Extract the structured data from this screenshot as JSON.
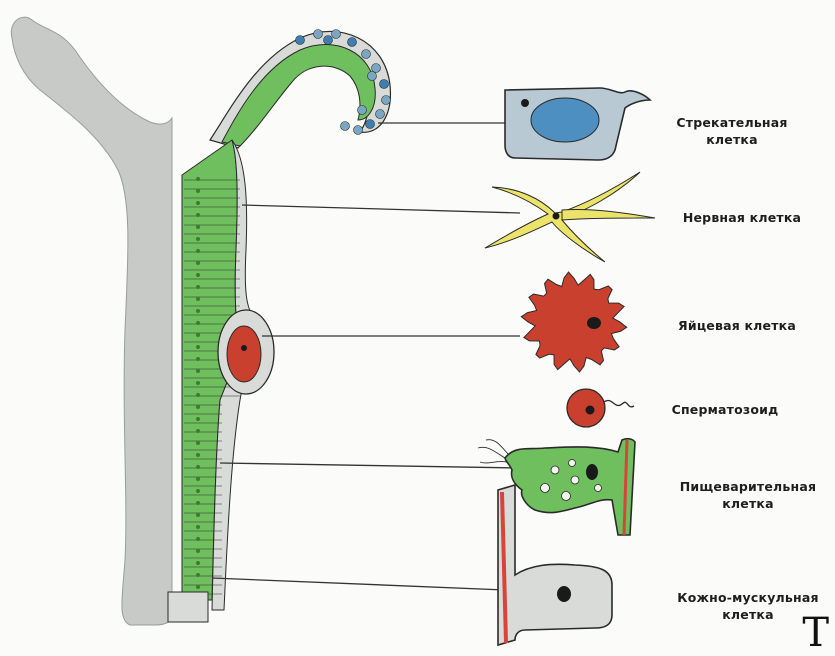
{
  "labels": {
    "cnidocyte": [
      "Стрекательная",
      "клетка"
    ],
    "nerve": [
      "Нервная клетка"
    ],
    "egg": [
      "Яйцевая клетка"
    ],
    "sperm": [
      "Сперматозоид"
    ],
    "digestive": [
      "Пищеварительная",
      "клетка"
    ],
    "epitheliomuscular": [
      "Кожно-мускульная",
      "клетка"
    ]
  },
  "corner_glyph": "T",
  "colors": {
    "background": "#fbfbf9",
    "body_gray": "#c7cac6",
    "endoderm_green": "#6fbf5f",
    "ectoderm_gray": "#d9dbd8",
    "outline": "#2a2a2a",
    "cnidocyte_blue": "#4d8fc0",
    "nerve_yellow": "#ece46a",
    "egg_red": "#c9402f",
    "muscle_red": "#d9443a",
    "leader_line": "#333333"
  },
  "icons": [
    "hydra-body-section",
    "cnidocyte-icon",
    "nerve-cell-icon",
    "egg-cell-icon",
    "sperm-icon",
    "digestive-cell-icon",
    "epitheliomuscular-cell-icon"
  ]
}
